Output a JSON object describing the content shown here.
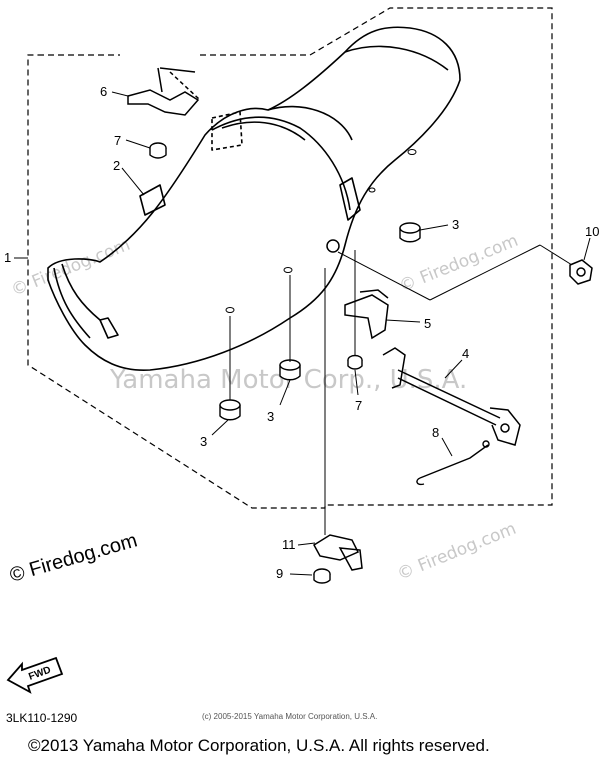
{
  "watermarks": {
    "center": "Yamaha Motor Corp., U.S.A.",
    "left_top": "© Firedog.com",
    "left_bottom": "© Firedog.com",
    "right_top": "© Firedog.com",
    "right_bottom": "© Firedog.com"
  },
  "callouts": [
    "1",
    "2",
    "3",
    "3",
    "3",
    "4",
    "5",
    "6",
    "7",
    "7",
    "8",
    "9",
    "10",
    "11"
  ],
  "fwd_label": "FWD",
  "part_code": "3LK110-1290",
  "small_copyright": "(c) 2005-2015 Yamaha Motor Corporation, U.S.A.",
  "footer_copyright": "©2013 Yamaha Motor Corporation, U.S.A. All rights reserved.",
  "colors": {
    "line": "#000000",
    "watermark": "#c8c8c8",
    "background": "#ffffff"
  }
}
